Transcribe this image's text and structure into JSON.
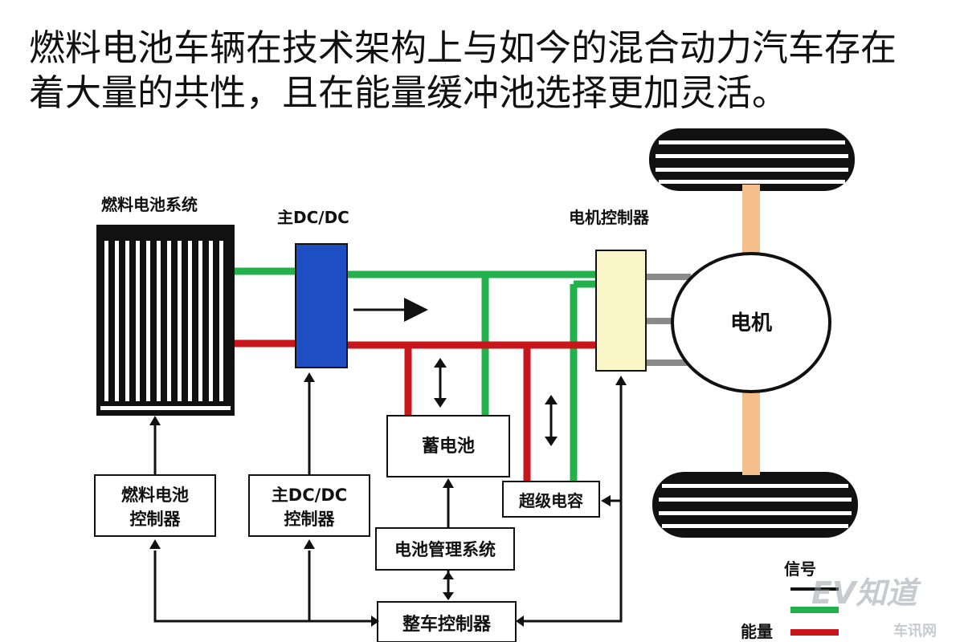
{
  "caption": {
    "line1": "燃料电池车辆在技术架构上与如今的混合动力汽车存在",
    "line2": "着大量的共性，且在能量缓冲池选择更加灵活。"
  },
  "diagram": {
    "fuel_cell_system": "燃料电池系统",
    "main_dcdc": "主DC/DC",
    "motor_controller": "电机控制器",
    "motor": "电机",
    "battery": "蓄电池",
    "supercapacitor": "超级电容",
    "fc_controller_line1": "燃料电池",
    "fc_controller_line2": "控制器",
    "dcdc_controller_line1": "主DC/DC",
    "dcdc_controller_line2": "控制器",
    "bms": "电池管理系统",
    "vehicle_controller": "整车控制器",
    "legend": {
      "signal": "信号",
      "energy": "能量"
    },
    "colors": {
      "green_line": "#22b14c",
      "red_line": "#c8161d",
      "dcdc_blue": "#1e4fc2",
      "motor_ctrl_fill": "#fbf6c8",
      "axle_fill": "#f4bf8a"
    }
  },
  "watermark": {
    "logo_text": "EV知道",
    "site_text": "车讯网"
  }
}
